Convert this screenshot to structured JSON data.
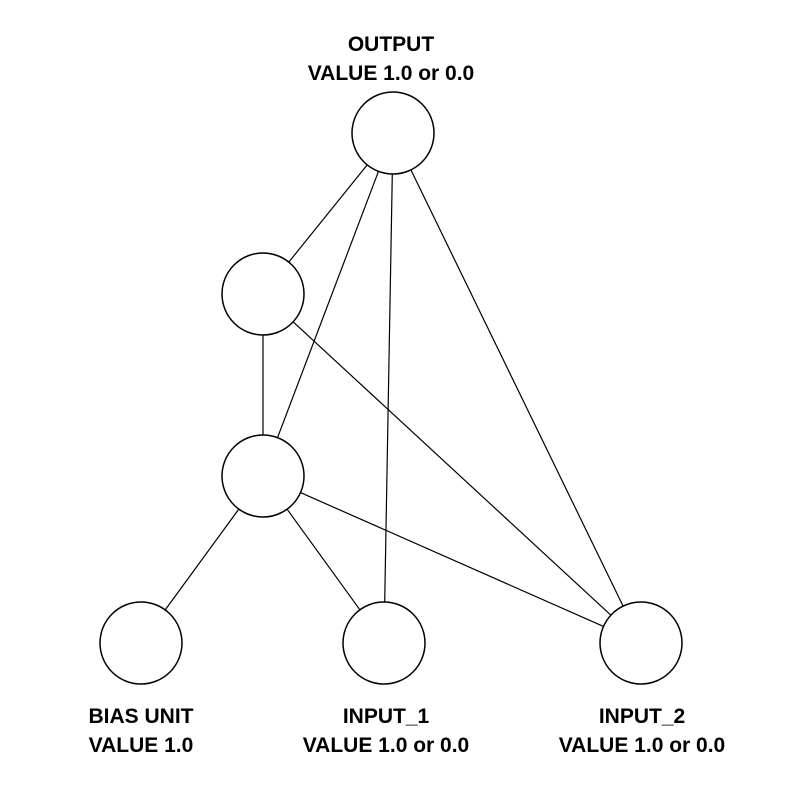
{
  "diagram": {
    "nodes": {
      "output": {
        "name": "OUTPUT",
        "value": "VALUE 1.0 or 0.0"
      },
      "hidden_top": {},
      "hidden_mid": {},
      "bias": {
        "name": "BIAS UNIT",
        "value": "VALUE 1.0"
      },
      "input_1": {
        "name": "INPUT_1",
        "value": "VALUE 1.0 or 0.0"
      },
      "input_2": {
        "name": "INPUT_2",
        "value": "VALUE 1.0 or 0.0"
      }
    },
    "edges": [
      [
        "output",
        "hidden_top"
      ],
      [
        "output",
        "hidden_mid"
      ],
      [
        "output",
        "input_1"
      ],
      [
        "output",
        "input_2"
      ],
      [
        "hidden_top",
        "hidden_mid"
      ],
      [
        "hidden_top",
        "input_2"
      ],
      [
        "hidden_mid",
        "bias"
      ],
      [
        "hidden_mid",
        "input_1"
      ],
      [
        "hidden_mid",
        "input_2"
      ]
    ],
    "colors": {
      "stroke": "#000000",
      "fill": "#ffffff",
      "text": "#000000"
    }
  }
}
